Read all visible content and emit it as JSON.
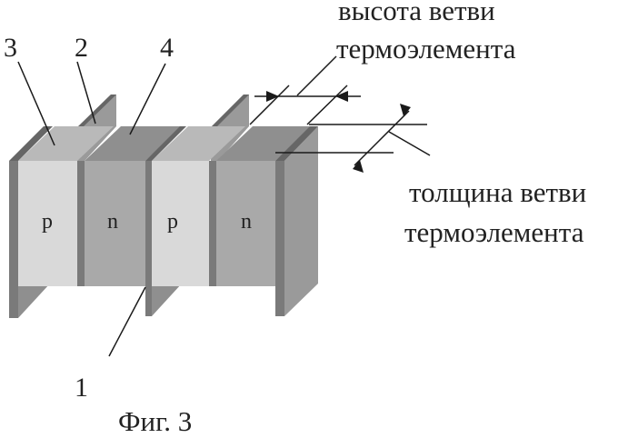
{
  "figure": {
    "caption": "Фиг. 3",
    "callouts": [
      "1",
      "2",
      "3",
      "4"
    ],
    "segments": [
      "p",
      "n",
      "p",
      "n"
    ],
    "height_label": [
      "высота ветви",
      "термоэлемента"
    ],
    "thickness_label": [
      "толщина ветви",
      "термоэлемента"
    ]
  },
  "colors": {
    "p_front": "#d9d9d9",
    "p_top": "#b9b9b9",
    "n_front": "#a9a9a9",
    "n_top": "#8f8f8f",
    "plate": "#8a8a8a",
    "plate_edge": "#666666",
    "line": "#1a1a1a"
  }
}
